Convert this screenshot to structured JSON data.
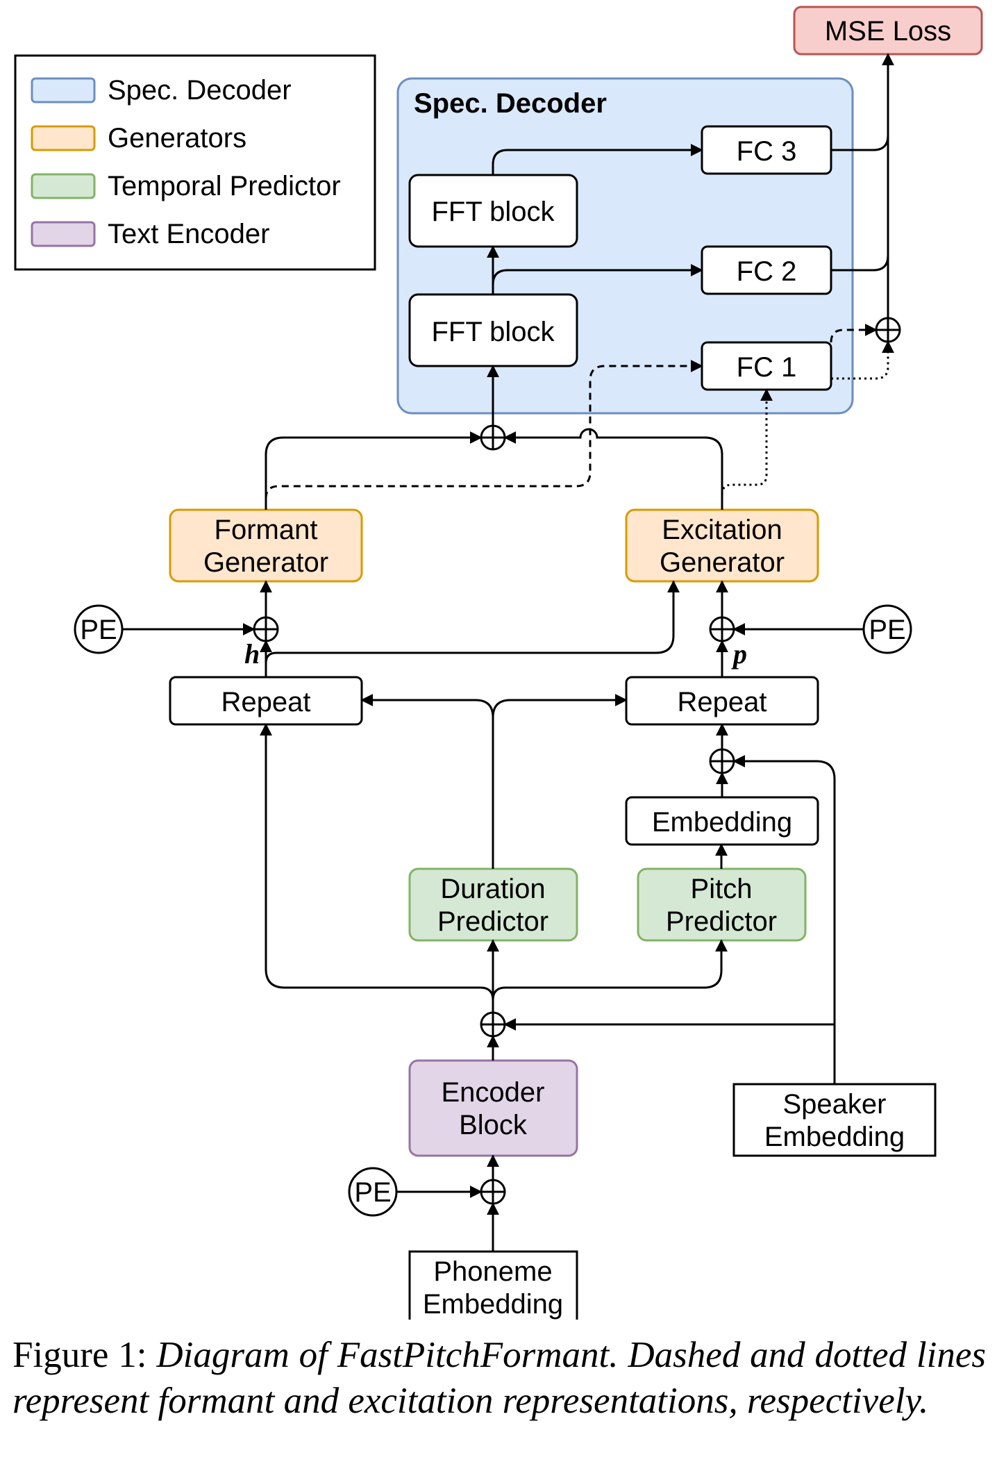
{
  "colors": {
    "spec_decoder_fill": "#dae8fc",
    "spec_decoder_stroke": "#6c8ebf",
    "generators_fill": "#ffe6cc",
    "generators_stroke": "#d79b00",
    "temporal_fill": "#d5e8d4",
    "temporal_stroke": "#82b366",
    "encoder_fill": "#e1d5e7",
    "encoder_stroke": "#9673a6",
    "loss_fill": "#f8cecc",
    "loss_stroke": "#b85450"
  },
  "legend": {
    "items": [
      {
        "label": "Spec. Decoder"
      },
      {
        "label": "Generators"
      },
      {
        "label": "Temporal Predictor"
      },
      {
        "label": "Text Encoder"
      }
    ]
  },
  "nodes": {
    "mse_loss": "MSE Loss",
    "spec_decoder_title": "Spec. Decoder",
    "fc3": "FC 3",
    "fc2": "FC 2",
    "fc1": "FC 1",
    "fft_block_top": "FFT block",
    "fft_block_bottom": "FFT block",
    "formant_generator": [
      "Formant",
      "Generator"
    ],
    "excitation_generator": [
      "Excitation",
      "Generator"
    ],
    "pe": "PE",
    "h_label": "h",
    "p_label": "p",
    "repeat": "Repeat",
    "embedding": "Embedding",
    "duration_predictor": [
      "Duration",
      "Predictor"
    ],
    "pitch_predictor": [
      "Pitch",
      "Predictor"
    ],
    "encoder_block": [
      "Encoder",
      "Block"
    ],
    "speaker_embedding": [
      "Speaker",
      "Embedding"
    ],
    "phoneme_embedding": [
      "Phoneme",
      "Embedding"
    ]
  },
  "caption": {
    "prefix": "Figure 1:",
    "text": "Diagram of FastPitchFormant. Dashed and dotted lines represent formant and excitation representations, respectively."
  }
}
